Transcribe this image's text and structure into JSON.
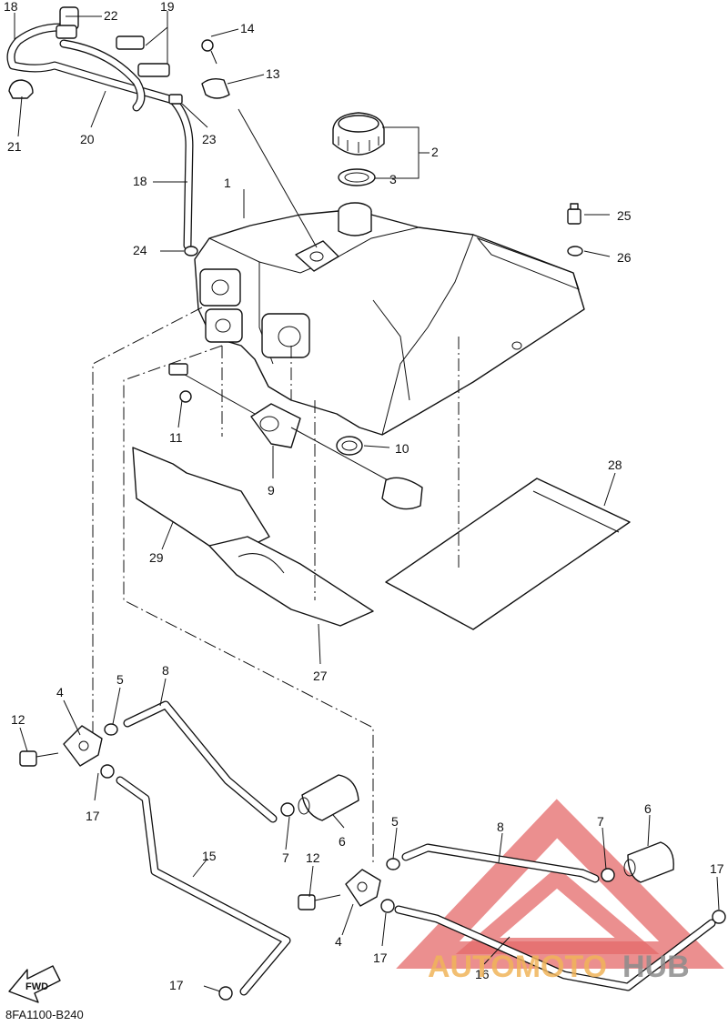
{
  "callouts": [
    "1",
    "2",
    "3",
    "4",
    "5",
    "6",
    "7",
    "8",
    "9",
    "10",
    "11",
    "12",
    "13",
    "14",
    "15",
    "16",
    "17",
    "18",
    "19",
    "20",
    "21",
    "22",
    "23",
    "24",
    "25",
    "26",
    "27",
    "28",
    "29"
  ],
  "diagram_code": "8FA1100-B240",
  "fwd_label": "FWD",
  "watermark": {
    "part1": "AUTOMOTO",
    "part2": "HUB",
    "color1": "#f0b45a",
    "color2": "#8c8c8c",
    "triangle_color": "#e46a6a"
  }
}
